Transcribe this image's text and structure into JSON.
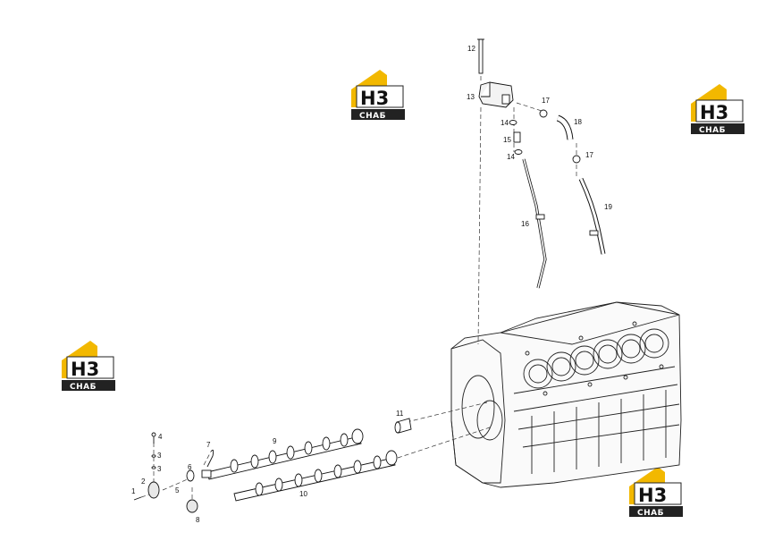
{
  "watermark": {
    "mark": "H3",
    "label": "СНАБ",
    "color_yellow": "#f2b800",
    "color_dark": "#222222"
  },
  "callouts": {
    "c1": "1",
    "c2": "2",
    "c3a": "3",
    "c3b": "3",
    "c4": "4",
    "c5": "5",
    "c6": "6",
    "c7": "7",
    "c8": "8",
    "c9": "9",
    "c10": "10",
    "c11": "11",
    "c12": "12",
    "c13": "13",
    "c14a": "14",
    "c14b": "14",
    "c15": "15",
    "c16": "16",
    "c17a": "17",
    "c17b": "17",
    "c18": "18",
    "c19": "19"
  }
}
